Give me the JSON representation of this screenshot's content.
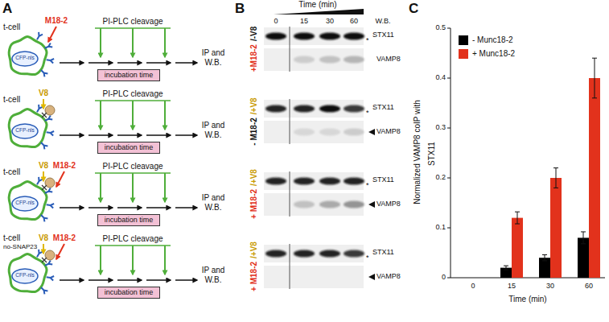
{
  "diagram": {
    "nodes": [
      {
        "text": [
          "incubation time"
        ]
      },
      {
        "text": [
          "incubation time"
        ]
      },
      {
        "text": [
          "incubation time"
        ]
      },
      {
        "text": [
          "incubation time"
        ]
      }
    ],
    "labels": [
      "A",
      "t-cell",
      "CFP-nls",
      "M18-2",
      "PI-PLC cleavage",
      "IP and W.B.",
      "t-cell",
      "CFP-nls",
      "V8",
      "PI-PLC cleavage",
      "IP and W.B.",
      "t-cell",
      "CFP-nls",
      "V8",
      "M18-2",
      "PI-PLC cleavage",
      "IP and W.B.",
      "t-cell",
      "no-SNAP23",
      "CFP-nls",
      "V8",
      "M18-2",
      "PI-PLC cleavage",
      "IP and W.B.",
      "B",
      "Time (min)",
      "0",
      "15",
      "30",
      "60",
      "W.B.",
      "+M18-2",
      "/-V8",
      "STX11",
      "*",
      "VAMP8",
      "- M18-2",
      "/+V8",
      "STX11",
      "*",
      "VAMP8",
      "+ M18-2",
      "/+V8",
      "STX11",
      "*",
      "VAMP8",
      "+ M18-2",
      "/+V8",
      "STX11",
      "*",
      "VAMP8",
      "C",
      "Normalized VAMP8 coIP with STX11",
      "0",
      "0.1",
      "0.2",
      "0.3",
      "0.4",
      "0.5",
      "0",
      "15",
      "30",
      "60",
      "Time (min)"
    ],
    "legend": [
      {
        "text": "- Munc18-2",
        "color": "#000000"
      },
      {
        "text": "+ Munc18-2",
        "color": "#e2321c"
      }
    ]
  }
}
